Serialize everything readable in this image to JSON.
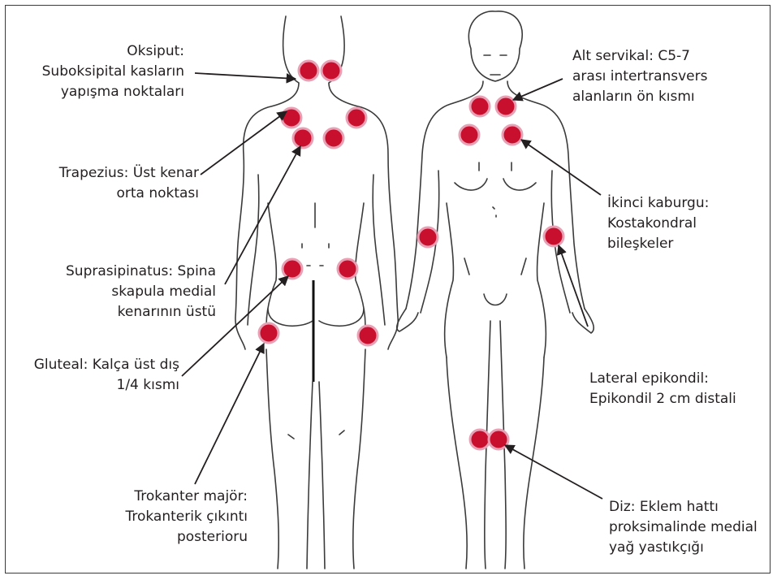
{
  "labels": {
    "oksiput": [
      "Oksiput:",
      "Suboksipital kasların",
      "yapışma noktaları"
    ],
    "trapezius": [
      "Trapezius: Üst kenar",
      "orta noktası"
    ],
    "supraspinatus": [
      "Suprasipinatus: Spina",
      "skapula medial",
      "kenarının üstü"
    ],
    "gluteal": [
      "Gluteal: Kalça üst dış",
      "1/4 kısmı"
    ],
    "trokanter": [
      "Trokanter majör:",
      "Trokanterik çıkıntı",
      "posterioru"
    ],
    "servikal": [
      "Alt servikal: C5-7",
      "arası intertransvers",
      "alanların ön kısmı"
    ],
    "kaburga": [
      "İkinci kaburgu:",
      "Kostakondral",
      "bileşkeler"
    ],
    "epikondil": [
      "Lateral epikondil:",
      "Epikondil 2 cm distali"
    ],
    "diz": [
      "Diz: Eklem hattı",
      "proksimalinde medial",
      "yağ yastıkçığı"
    ]
  },
  "colors": {
    "tender_point": "#c8102e",
    "tender_point_ring": "#e8a0b4",
    "outline": "#333333",
    "arrow": "#231f20"
  }
}
